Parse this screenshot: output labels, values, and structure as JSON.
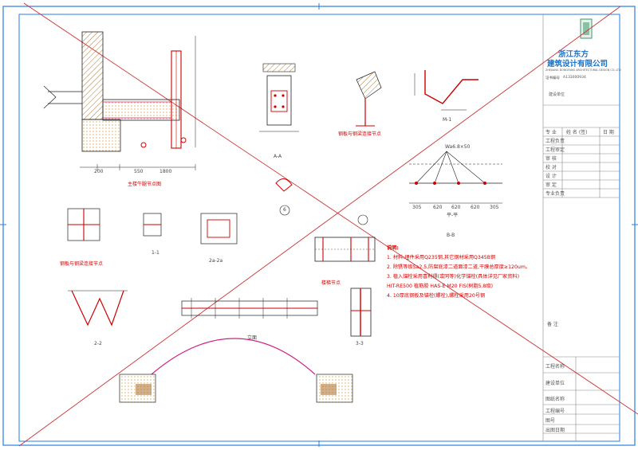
{
  "company": {
    "name_line1": "浙江东方",
    "name_line2": "建筑设计有限公司",
    "english_name": "ZHEJIANG DONGFANG ARCHITECTURAL DESIGN CO.,LTD",
    "cert_label": "证书编号",
    "cert_no": "A133000934"
  },
  "titleblock": {
    "stamp_label": "建设单位",
    "header": [
      "专 业",
      "姓 名 (签)",
      "日 期"
    ],
    "rows": [
      "工程负责",
      "工程审定",
      "审 核",
      "校 对",
      "设 计",
      "审 定",
      "专业负责"
    ],
    "remark_label": "备 注",
    "bottom_rows": [
      "工程名称",
      "建设单位",
      "图纸名称",
      "工程编号",
      "图号",
      "出图日期"
    ]
  },
  "details": {
    "d1_title": "主楼牛腿节点图",
    "d2_title": "钢板与钢梁连接节点",
    "d3_title": "钢板与钢梁连接节点",
    "d4_label": "1-1",
    "d5_label": "2a-2a",
    "d6_label": "2-2",
    "d7_label": "3-3",
    "d8_label": "A-A",
    "d9_label": "M-1",
    "d10_label": "B-B",
    "d11_label": "立面",
    "d12_label": "平-平",
    "d13_label": "楼梯节点"
  },
  "notes": {
    "title": "说明:",
    "lines": [
      "1. 材料:埋件采用Q235钢,其它钢材采用Q345B钢",
      "2. 除锈等级Sa2.5,防腐底漆二道面漆二道,干膜总厚度≥120um。",
      "3. 植入锚栓采用喜利得(或同等)化学锚栓(具体详见厂家资料)",
      "   HIT-RE500 植筋胶 HAS-E M20 FIS(树脂5.8级)",
      "4. 10厚底钢板及锚栓(螺栓),螺栓采用20号钢"
    ]
  },
  "dims": {
    "w1": "200",
    "w2": "550",
    "w3": "1800",
    "span_label": "Wa6.8×50",
    "s1": "305",
    "s2": "620",
    "s3": "620",
    "s4": "620",
    "s5": "305",
    "grid_label": "6"
  },
  "colors": {
    "frame": "#2a7de1",
    "line": "#222222",
    "accent": "#cc0000",
    "magenta": "#d0217f",
    "hatch": "#c9a16a",
    "cross": "#cc3333"
  }
}
